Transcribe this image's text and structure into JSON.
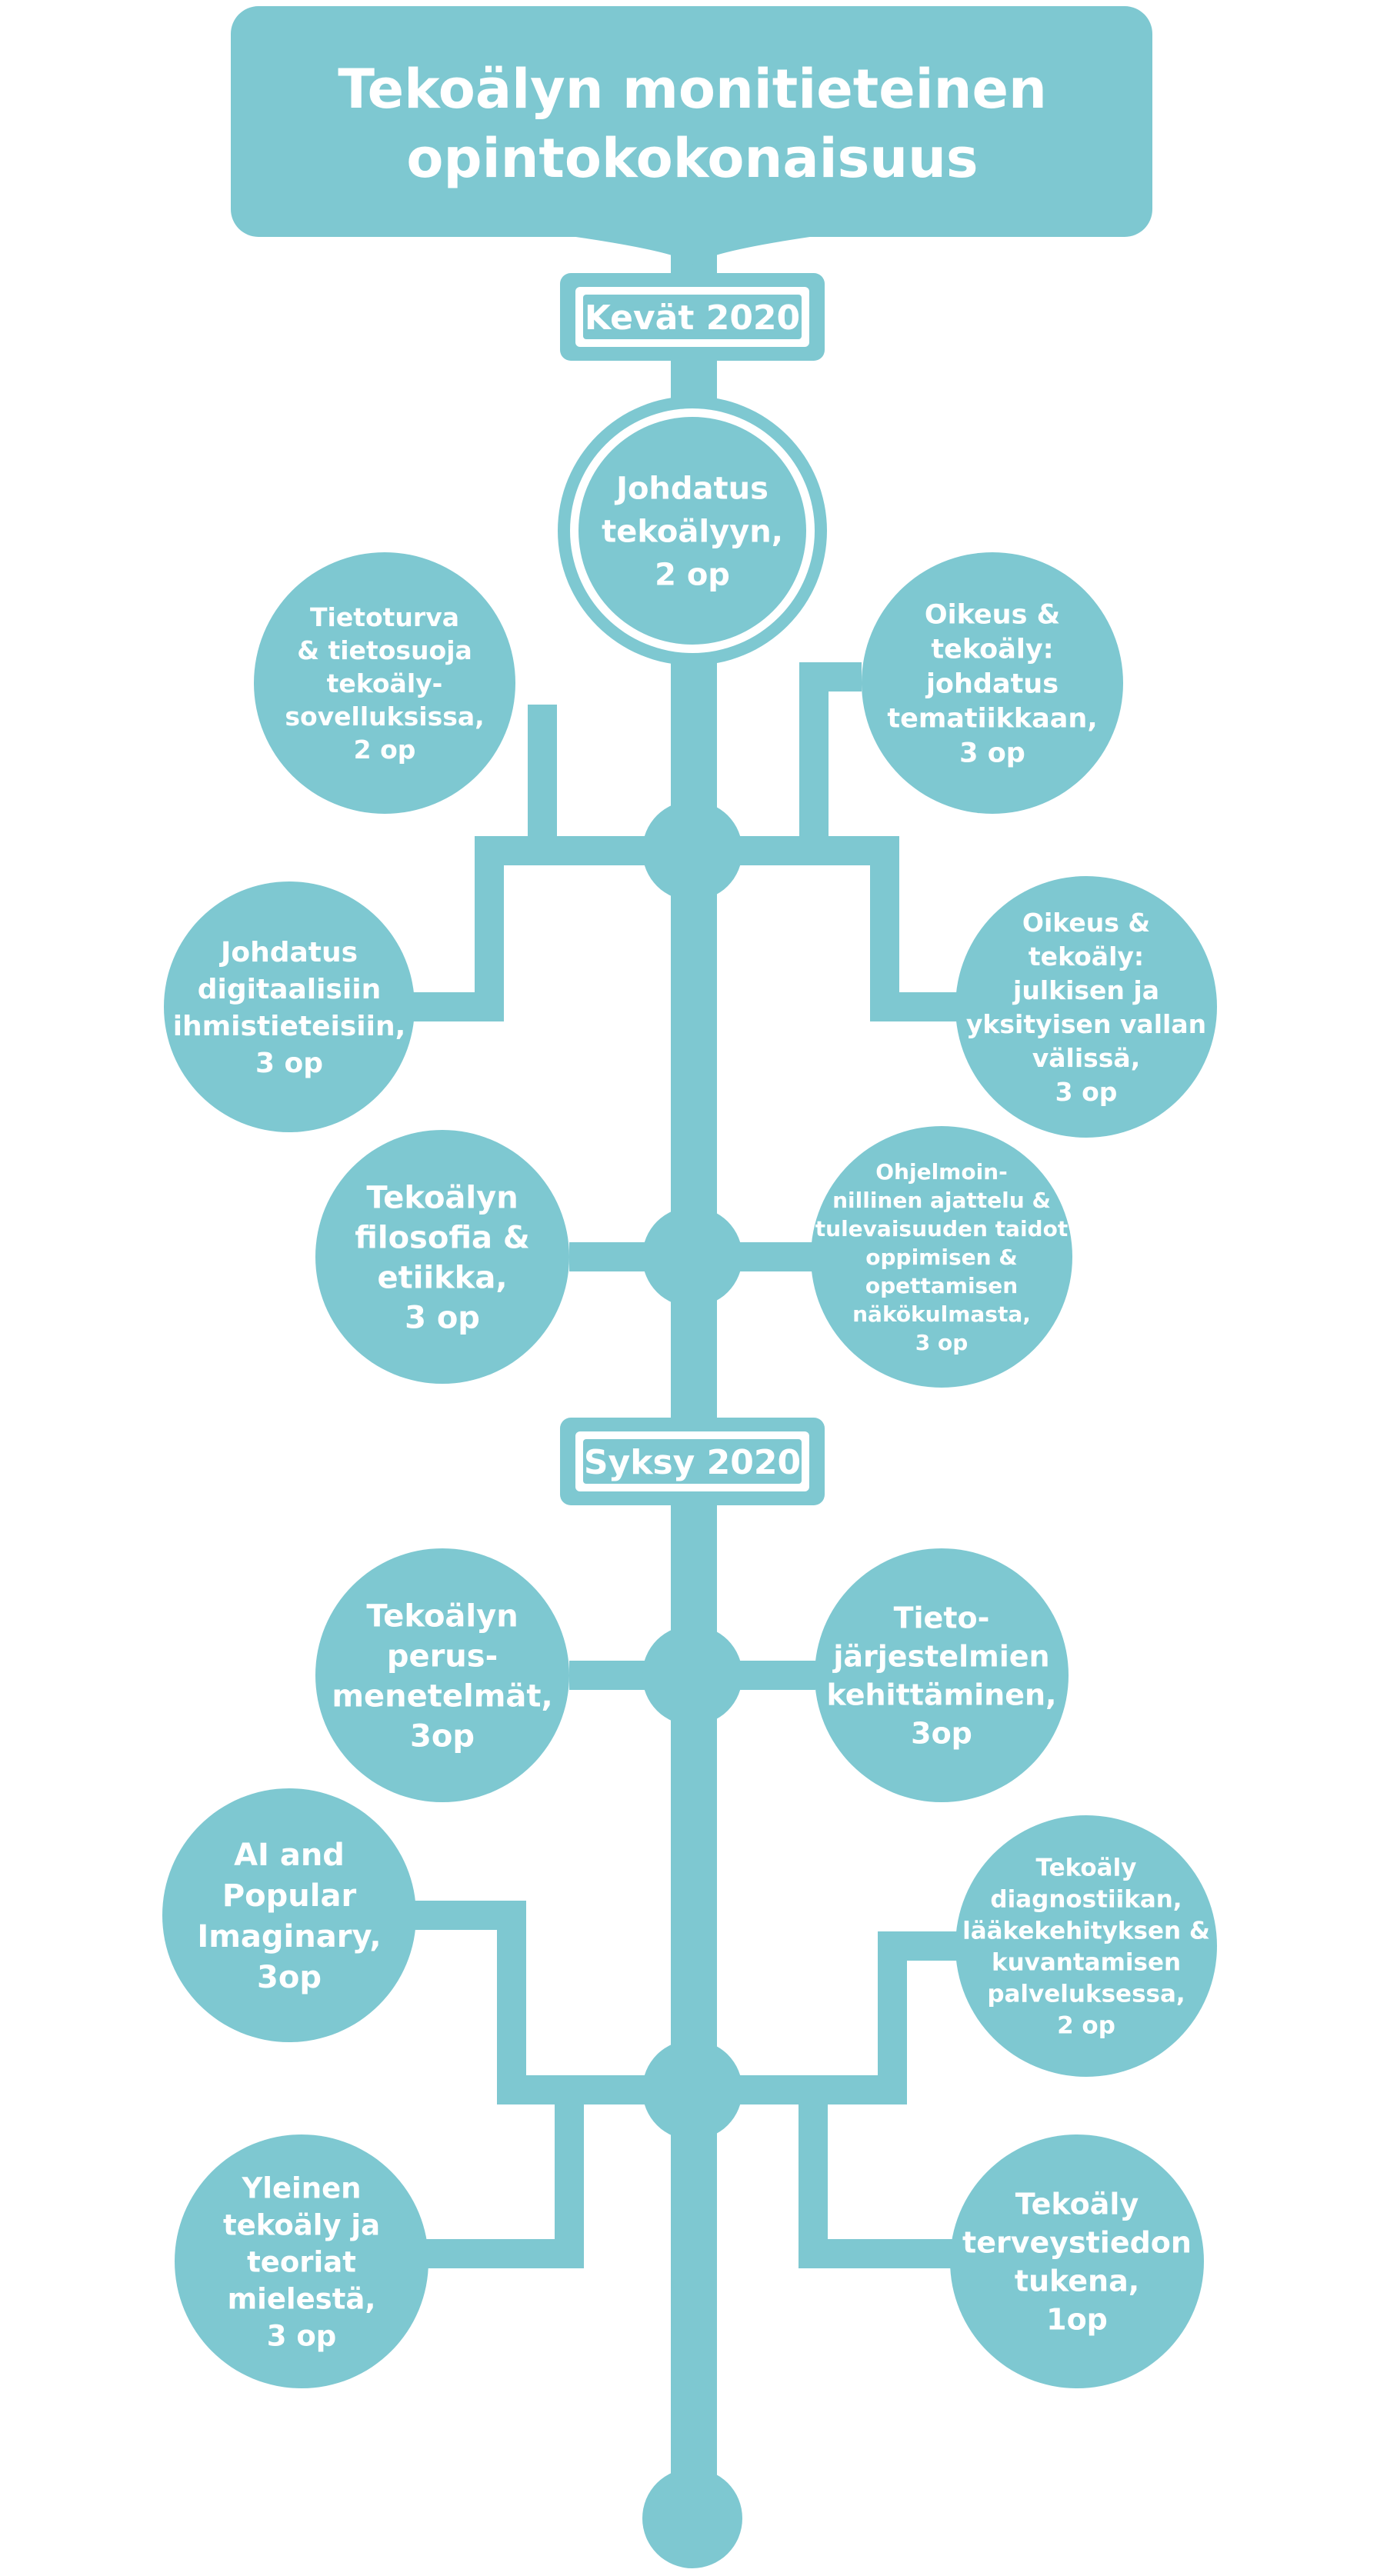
{
  "colors": {
    "accent": "#7ec8d1",
    "text": "#ffffff",
    "background": "#ffffff"
  },
  "title": {
    "lines": [
      "Tekoälyn monitieteinen",
      "opintokokonaisuus"
    ]
  },
  "sections": [
    {
      "id": "spring",
      "label": "Kevät 2020"
    },
    {
      "id": "autumn",
      "label": "Syksy 2020"
    }
  ],
  "courses": [
    {
      "id": "johdatus-tekoalyyn",
      "section": "spring",
      "lines": [
        "Johdatus",
        "tekoälyyn,",
        "2 op"
      ]
    },
    {
      "id": "tietoturva",
      "section": "spring",
      "lines": [
        "Tietoturva",
        "& tietosuoja",
        "tekoäly-",
        "sovelluksissa,",
        "2 op"
      ]
    },
    {
      "id": "oikeus-tematiikka",
      "section": "spring",
      "lines": [
        "Oikeus &",
        "tekoäly:",
        "johdatus",
        "tematiikkaan,",
        "3 op"
      ]
    },
    {
      "id": "digitaaliset-ihmistieteet",
      "section": "spring",
      "lines": [
        "Johdatus",
        "digitaalisiin",
        "ihmistieteisiin,",
        "3 op"
      ]
    },
    {
      "id": "oikeus-vallan",
      "section": "spring",
      "lines": [
        "Oikeus &",
        "tekoäly:",
        "julkisen ja",
        "yksityisen vallan",
        "välissä,",
        "3 op"
      ]
    },
    {
      "id": "filosofia-etiikka",
      "section": "spring",
      "lines": [
        "Tekoälyn",
        "filosofia &",
        "etiikka,",
        "3 op"
      ]
    },
    {
      "id": "ohjelmoinnillinen-ajattelu",
      "section": "spring",
      "lines": [
        "Ohjelmoin-",
        "nillinen ajattelu &",
        "tulevaisuuden taidot",
        "oppimisen &",
        "opettamisen",
        "näkökulmasta,",
        "3 op"
      ]
    },
    {
      "id": "perusmenetelmat",
      "section": "autumn",
      "lines": [
        "Tekoälyn",
        "perus-",
        "menetelmät,",
        "3op"
      ]
    },
    {
      "id": "tietojarjestelmat",
      "section": "autumn",
      "lines": [
        "Tieto-",
        "järjestelmien",
        "kehittäminen,",
        "3op"
      ]
    },
    {
      "id": "ai-popular-imaginary",
      "section": "autumn",
      "lines": [
        "AI and",
        "Popular",
        "Imaginary,",
        "3op"
      ]
    },
    {
      "id": "diagnostiikka",
      "section": "autumn",
      "lines": [
        "Tekoäly",
        "diagnostiikan,",
        "lääkekehityksen &",
        "kuvantamisen",
        "palveluksessa,",
        "2 op"
      ]
    },
    {
      "id": "yleinen-tekoaly",
      "section": "autumn",
      "lines": [
        "Yleinen",
        "tekoäly ja",
        "teoriat",
        "mielestä,",
        "3 op"
      ]
    },
    {
      "id": "terveystieto",
      "section": "autumn",
      "lines": [
        "Tekoäly",
        "terveystiedon",
        "tukena,",
        "1op"
      ]
    }
  ]
}
